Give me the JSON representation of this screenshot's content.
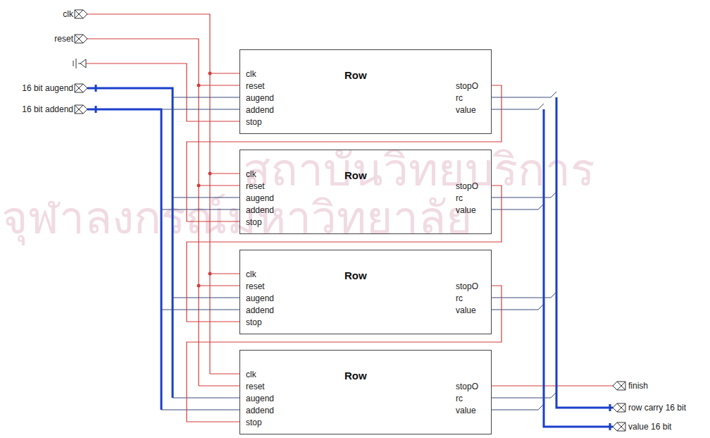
{
  "diagram": {
    "nodes": [
      {
        "text": [
          "Row",
          "clk",
          "reset",
          "augend",
          "addend",
          "stop",
          "stopO",
          "rc",
          "value"
        ]
      },
      {
        "text": [
          "Row",
          "clk",
          "reset",
          "augend",
          "addend",
          "stop",
          "stopO",
          "rc",
          "value"
        ]
      },
      {
        "text": [
          "Row",
          "clk",
          "reset",
          "augend",
          "addend",
          "stop",
          "stopO",
          "rc",
          "value"
        ]
      },
      {
        "text": [
          "Row",
          "clk",
          "reset",
          "augend",
          "addend",
          "stop",
          "stopO",
          "rc",
          "value"
        ]
      }
    ],
    "edges": [
      {
        "from": 0,
        "to": 1,
        "arrow": "none"
      },
      {
        "from": 1,
        "to": 2,
        "arrow": "none"
      },
      {
        "from": 2,
        "to": 3,
        "arrow": "none"
      }
    ],
    "labels": [
      "สถาบันวิทยบริการ",
      "จุฬาลงกรณ์มหาวิทยาลัย",
      "clk",
      "reset",
      "16 bit augend",
      "16 bit addend",
      "finish",
      "row carry 16 bit",
      "value 16 bit"
    ]
  }
}
